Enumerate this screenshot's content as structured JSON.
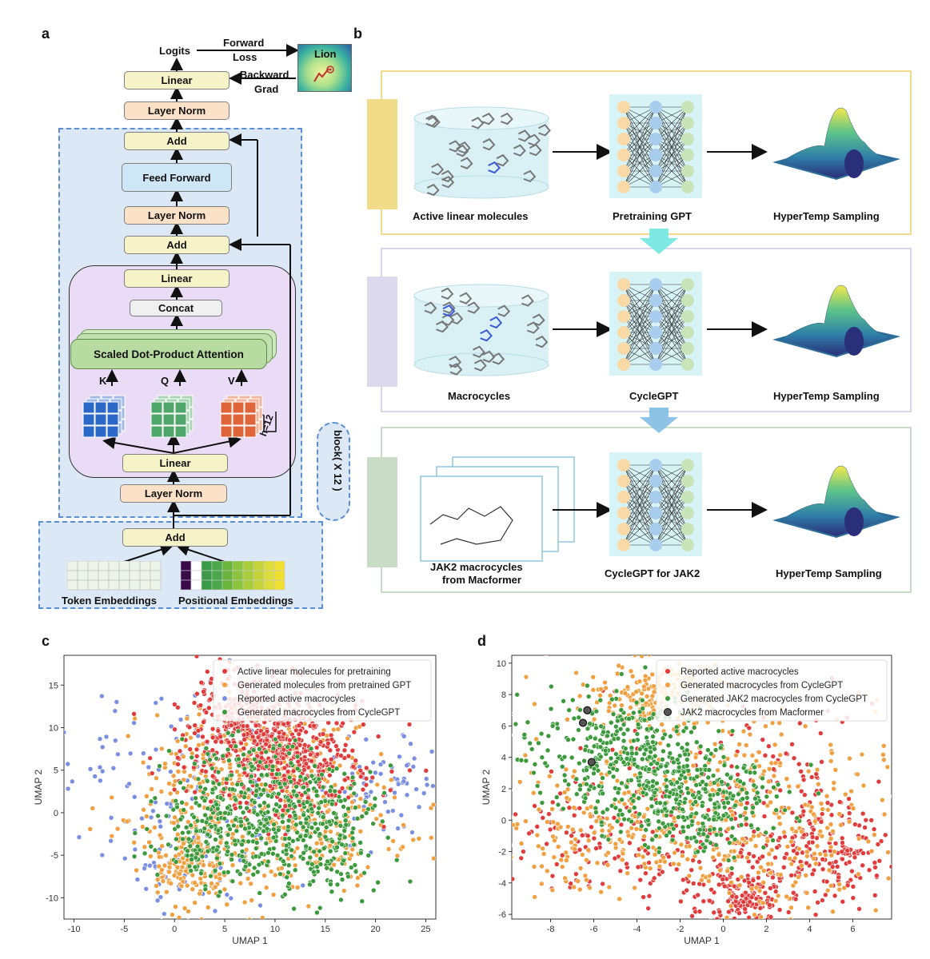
{
  "panels": {
    "a": "a",
    "b": "b",
    "c": "c",
    "d": "d"
  },
  "panel_a": {
    "logits": "Logits",
    "forward": "Forward",
    "loss": "Loss",
    "backward": "Backward",
    "grad": "Grad",
    "optimizer": "Lion",
    "linear_top": "Linear",
    "layer_norm_top": "Layer Norm",
    "add_top": "Add",
    "feed_forward": "Feed Forward",
    "layer_norm_mid": "Layer Norm",
    "add_mid": "Add",
    "linear_attn": "Linear",
    "concat": "Concat",
    "attention": "Scaled Dot-Product Attention",
    "k": "K",
    "q": "Q",
    "v": "V",
    "heads": "h=12",
    "linear_in": "Linear",
    "layer_norm_in": "Layer Norm",
    "block": "block( X 12 )",
    "add_embed": "Add",
    "token_emb": "Token Embeddings",
    "pos_emb": "Positional Embeddings"
  },
  "panel_b": {
    "rows": [
      {
        "dataset": "Active linear molecules",
        "model": "Pretraining GPT",
        "sampling": "HyperTemp Sampling"
      },
      {
        "dataset": "Macrocycles",
        "model": "CycleGPT",
        "sampling": "HyperTemp Sampling"
      },
      {
        "dataset_line1": "JAK2 macrocycles",
        "dataset_line2": "from Macformer",
        "model": "CycleGPT for JAK2",
        "sampling": "HyperTemp Sampling"
      }
    ]
  },
  "colors": {
    "red": "#e03c3c",
    "orange": "#f0a040",
    "blue": "#7b8fe0",
    "green": "#3c9a3c",
    "gray": "#555555",
    "stage1": "#f1dc8a",
    "stage2": "#d6d3ea",
    "stage3": "#c8dcc6"
  },
  "chart_data": [
    {
      "type": "scatter",
      "xlabel": "UMAP 1",
      "ylabel": "UMAP 2",
      "xlim": [
        -11,
        26
      ],
      "ylim": [
        -12.5,
        18.5
      ],
      "xticks": [
        -10,
        -5,
        0,
        5,
        10,
        15,
        20,
        25
      ],
      "yticks": [
        -10,
        -5,
        0,
        5,
        10,
        15
      ],
      "legend_position": "top-right",
      "series": [
        {
          "name": "Active linear molecules for pretraining",
          "color": "#e03c3c"
        },
        {
          "name": "Generated molecules from pretrained GPT",
          "color": "#f0a040"
        },
        {
          "name": "Reported active macrocycles",
          "color": "#7b8fe0"
        },
        {
          "name": "Generated macrocycles from CycleGPT",
          "color": "#3c9a3c"
        }
      ]
    },
    {
      "type": "scatter",
      "xlabel": "UMAP 1",
      "ylabel": "UMAP 2",
      "xlim": [
        -9.8,
        7.8
      ],
      "ylim": [
        -6.3,
        10.5
      ],
      "xticks": [
        -8,
        -6,
        -4,
        -2,
        0,
        2,
        4,
        6
      ],
      "yticks": [
        -6,
        -4,
        -2,
        0,
        2,
        4,
        6,
        8,
        10
      ],
      "legend_position": "top-right",
      "series": [
        {
          "name": "Reported active macrocycles",
          "color": "#e03c3c"
        },
        {
          "name": "Generated macrocycles from CycleGPT",
          "color": "#f0a040"
        },
        {
          "name": "Generated JAK2 macrocycles from CycleGPT",
          "color": "#3c9a3c"
        },
        {
          "name": "JAK2 macrocycles from Macformer",
          "color": "#555555",
          "points": [
            [
              -6.3,
              7.0
            ],
            [
              -6.5,
              6.2
            ],
            [
              -6.1,
              3.7
            ]
          ]
        }
      ]
    }
  ]
}
